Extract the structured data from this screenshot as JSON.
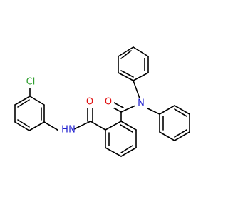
{
  "molecule": {
    "atoms": [
      {
        "id": "Cl",
        "label": "Cl",
        "color": "#2e9e2e"
      },
      {
        "id": "N1",
        "label": "N",
        "color": "#1f1fcf"
      },
      {
        "id": "H1",
        "label": "H",
        "color": "#1f1fcf"
      },
      {
        "id": "O1",
        "label": "O",
        "color": "#e01010"
      },
      {
        "id": "O2",
        "label": "O",
        "color": "#e01010"
      },
      {
        "id": "N2",
        "label": "N",
        "color": "#1f1fcf"
      }
    ],
    "bond_color": "#000000"
  }
}
